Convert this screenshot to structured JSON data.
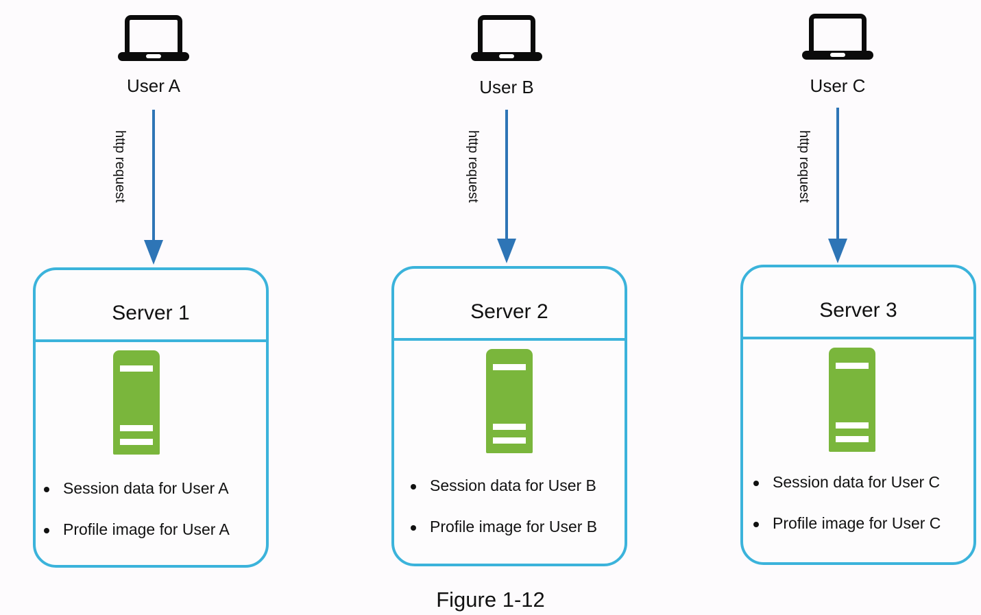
{
  "figure": {
    "caption": "Figure 1-12",
    "background_color": "#fdfbfd",
    "box_border_color": "#3bb3db",
    "arrow_color": "#2e75b6",
    "rack_color": "#7ab63c"
  },
  "columns": [
    {
      "client": {
        "icon": "laptop-icon",
        "label": "User A"
      },
      "edge": {
        "label": "http request",
        "direction": "down"
      },
      "server": {
        "title": "Server 1",
        "icon": "server-rack-icon",
        "items": [
          "Session data for User A",
          "Profile image for User A"
        ]
      }
    },
    {
      "client": {
        "icon": "laptop-icon",
        "label": "User B"
      },
      "edge": {
        "label": "http request",
        "direction": "down"
      },
      "server": {
        "title": "Server 2",
        "icon": "server-rack-icon",
        "items": [
          "Session data for User B",
          "Profile image for User B"
        ]
      }
    },
    {
      "client": {
        "icon": "laptop-icon",
        "label": "User C"
      },
      "edge": {
        "label": "http request",
        "direction": "down"
      },
      "server": {
        "title": "Server 3",
        "icon": "server-rack-icon",
        "items": [
          "Session data for User C",
          "Profile image for User C"
        ]
      }
    }
  ]
}
